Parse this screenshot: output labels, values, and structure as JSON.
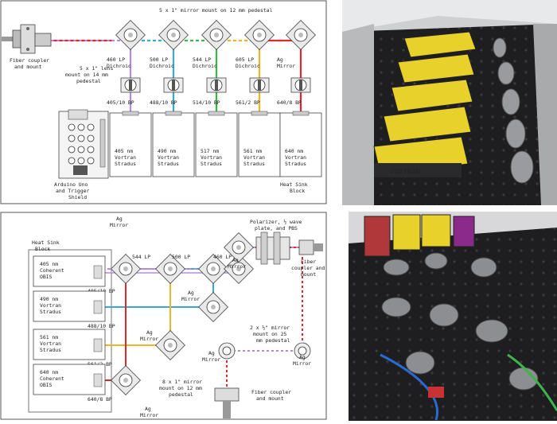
{
  "top_diagram": {
    "mirror_mount_label": "5 x 1\" mirror mount on 12 mm pedestal",
    "lens_mount_label": [
      "5 x 1\" lens",
      "mount on 14 mm",
      "pedestal"
    ],
    "fiber_label": [
      "Fiber coupler",
      "and mount"
    ],
    "arduino_label": [
      "Arduino Uno",
      "and Trigger",
      "Shield"
    ],
    "heatsink_label": [
      "Heat Sink",
      "Block"
    ],
    "dichroics": [
      {
        "l1": "460 LP",
        "l2": "Dichroic"
      },
      {
        "l1": "500 LP",
        "l2": "Dichroic"
      },
      {
        "l1": "544 LP",
        "l2": "Dichroic"
      },
      {
        "l1": "605 LP",
        "l2": "Dichroic"
      },
      {
        "l1": "Ag",
        "l2": "Mirror"
      }
    ],
    "filters": [
      "405/10 BP",
      "488/10 BP",
      "514/10 BP",
      "561/2 BP",
      "640/8 BP"
    ],
    "lasers": [
      {
        "l1": "405 nm",
        "l2": "Vortran",
        "l3": "Stradus",
        "color": "#b58be0"
      },
      {
        "l1": "490 nm",
        "l2": "Vortran",
        "l3": "Stradus",
        "color": "#3aa7d8"
      },
      {
        "l1": "517 nm",
        "l2": "Vortran",
        "l3": "Stradus",
        "color": "#3bb54a"
      },
      {
        "l1": "561 nm",
        "l2": "Vortran",
        "l3": "Stradus",
        "color": "#f0b428"
      },
      {
        "l1": "640 nm",
        "l2": "Vortran",
        "l3": "Stradus",
        "color": "#e0282a"
      }
    ]
  },
  "bottom_diagram": {
    "heatsink_label": [
      "Heat Sink",
      "Block"
    ],
    "polarizer_label": [
      "Polarizer, ½ wave",
      "plate, and PBS"
    ],
    "fiber_right_label": [
      "Fiber",
      "coupler and",
      "mount"
    ],
    "fiber_bottom_label": [
      "Fiber coupler",
      "and mount"
    ],
    "mirror_2x_label": [
      "2 x ½\" mirror",
      "mount on 25",
      "mm pedestal"
    ],
    "mirror_8x_label": [
      "8 x 1\" mirror",
      "mount on 12 mm",
      "pedestal"
    ],
    "ag_mirror": [
      "Ag",
      "Mirror"
    ],
    "dichroics": [
      "544 LP",
      "500 LP",
      "460 LP"
    ],
    "lasers": [
      {
        "l1": "405 nm",
        "l2": "Coherent",
        "l3": "OBIS",
        "filter": "405/10 BP",
        "color": "#b58be0"
      },
      {
        "l1": "490 nm",
        "l2": "Vortran",
        "l3": "Stradus",
        "filter": "488/10 BP",
        "color": "#3aa7d8"
      },
      {
        "l1": "561 nm",
        "l2": "Vortran",
        "l3": "Stradus",
        "filter": "561/2 BP",
        "color": "#f0b428"
      },
      {
        "l1": "640 nm",
        "l2": "Coherent",
        "l3": "OBIS",
        "filter": "640/8 BP",
        "color": "#e0282a"
      }
    ]
  },
  "photos": {
    "top_brand_text": "VORTRAN"
  }
}
